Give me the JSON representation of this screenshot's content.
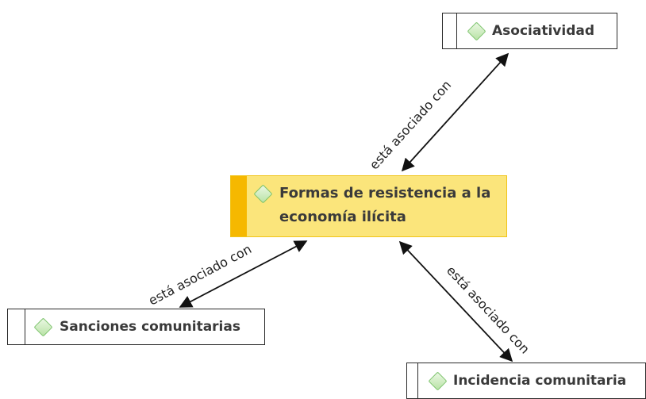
{
  "diagram": {
    "central_node": {
      "label": "Formas de resistencia a la economía ilícita"
    },
    "nodes": {
      "asociatividad": {
        "label": "Asociatividad"
      },
      "sanciones": {
        "label": "Sanciones comunitarias"
      },
      "incidencia": {
        "label": "Incidencia comunitaria"
      }
    },
    "edges": [
      {
        "from": "Formas de resistencia a la economía ilícita",
        "to": "Asociatividad",
        "label": "está asociado con"
      },
      {
        "from": "Formas de resistencia a la economía ilícita",
        "to": "Sanciones comunitarias",
        "label": "está asociado con"
      },
      {
        "from": "Formas de resistencia a la economía ilícita",
        "to": "Incidencia comunitaria",
        "label": "está asociado con"
      }
    ],
    "colors": {
      "central_fill": "#fbe57b",
      "central_stripe": "#f6b800",
      "node_border": "#2b2b2b",
      "diamond_green": "#7cc36b",
      "arrow": "#111111"
    },
    "icon": "code-diamond-icon"
  }
}
